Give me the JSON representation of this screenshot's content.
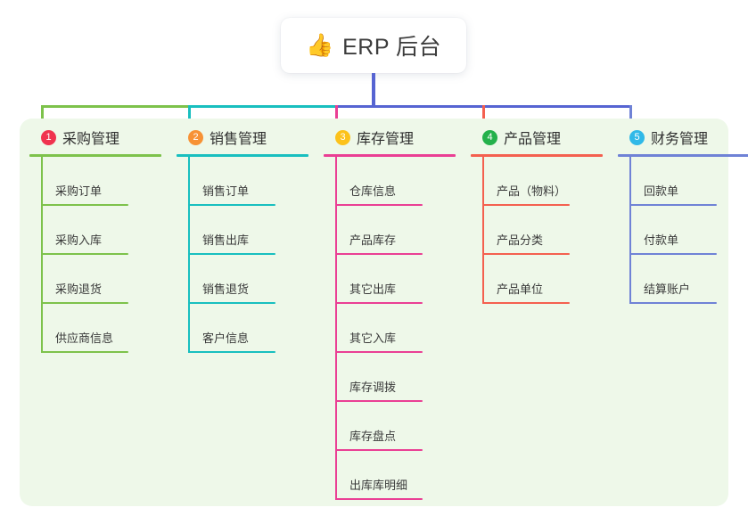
{
  "root": {
    "emoji": "👍",
    "emoji_name": "thumbs-up-icon",
    "title": "ERP 后台"
  },
  "colors": {
    "panel_background": "#eef8e9",
    "page_background": "#ffffff",
    "stem": "#5664d2",
    "text": "#3a3a3a"
  },
  "columns": [
    {
      "number": "1",
      "title": "采购管理",
      "badge_color": "#f0334f",
      "line_color": "#7dc24b",
      "leaves": [
        "采购订单",
        "采购入库",
        "采购退货",
        "供应商信息"
      ]
    },
    {
      "number": "2",
      "title": "销售管理",
      "badge_color": "#f79235",
      "line_color": "#18bfbf",
      "leaves": [
        "销售订单",
        "销售出库",
        "销售退货",
        "客户信息"
      ]
    },
    {
      "number": "3",
      "title": "库存管理",
      "badge_color": "#fcc21b",
      "line_color": "#ea3f94",
      "leaves": [
        "仓库信息",
        "产品库存",
        "其它出库",
        "其它入库",
        "库存调拨",
        "库存盘点",
        "出库库明细"
      ]
    },
    {
      "number": "4",
      "title": "产品管理",
      "badge_color": "#24b14b",
      "line_color": "#f4604f",
      "leaves": [
        "产品（物料）",
        "产品分类",
        "产品单位"
      ]
    },
    {
      "number": "5",
      "title": "财务管理",
      "badge_color": "#30b9e8",
      "line_color": "#6f82d6",
      "leaves": [
        "回款单",
        "付款单",
        "结算账户"
      ]
    }
  ]
}
